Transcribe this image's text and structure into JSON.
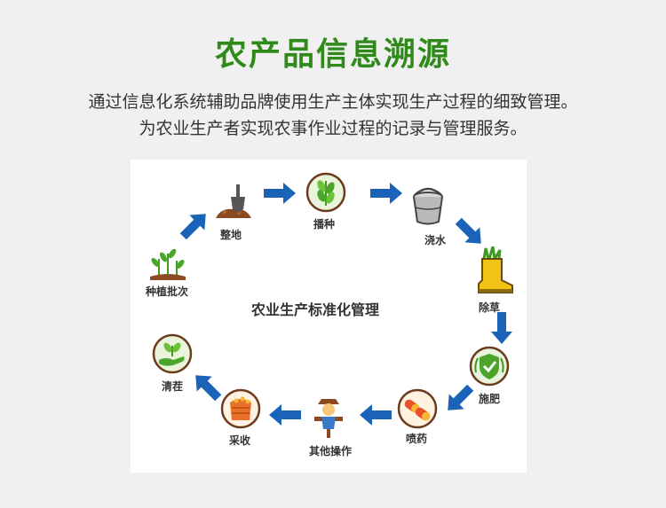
{
  "header": {
    "title": "农产品信息溯源",
    "subtitle_line1": "通过信息化系统辅助品牌使用生产主体实现生产过程的细致管理。",
    "subtitle_line2": "为农业生产者实现农事作业过程的记录与管理服务。"
  },
  "diagram": {
    "center_label": "农业生产标准化管理",
    "steps": [
      {
        "label": "整地",
        "icon": "shovel-soil-icon"
      },
      {
        "label": "播种",
        "icon": "wheat-icon"
      },
      {
        "label": "浇水",
        "icon": "bucket-icon"
      },
      {
        "label": "除草",
        "icon": "boot-grass-icon"
      },
      {
        "label": "施肥",
        "icon": "shield-check-icon"
      },
      {
        "label": "喷药",
        "icon": "capsule-icon"
      },
      {
        "label": "其他操作",
        "icon": "scarecrow-icon"
      },
      {
        "label": "采收",
        "icon": "basket-icon"
      },
      {
        "label": "清茬",
        "icon": "hand-leaf-icon"
      },
      {
        "label": "种植批次",
        "icon": "sprouts-icon"
      }
    ]
  },
  "colors": {
    "title_green": "#2f8a1a",
    "arrow_blue": "#1a63b8",
    "icon_ring": "#6b3b1c"
  }
}
